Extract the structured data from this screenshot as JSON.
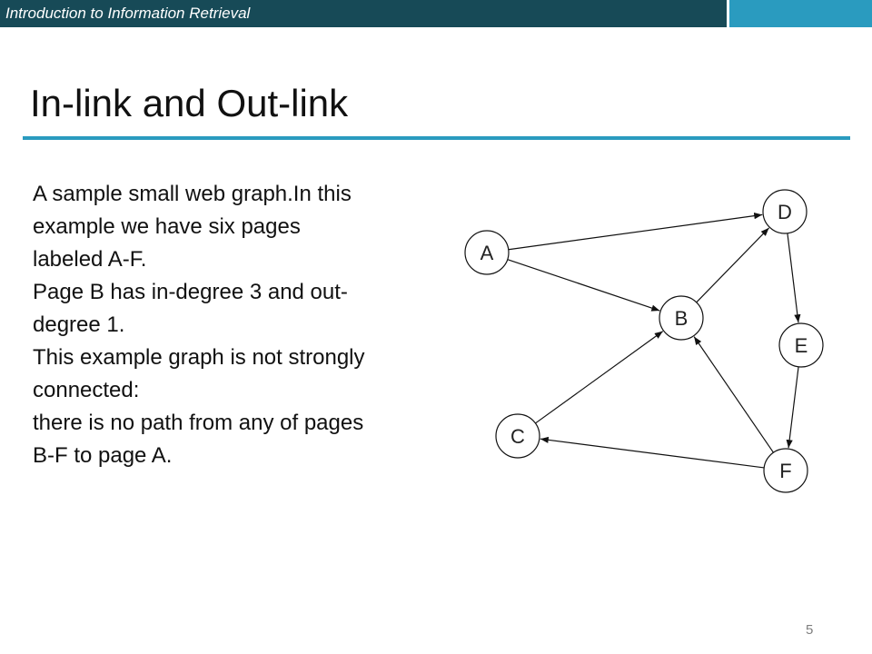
{
  "header": {
    "course_title": "Introduction to Information Retrieval"
  },
  "slide": {
    "title": "In-link and Out-link",
    "paragraphs": [
      "A sample small web graph.In this",
      "example we have six pages",
      "labeled A-F.",
      "Page B has in-degree 3 and out-",
      "degree 1.",
      "This example graph is not strongly",
      "connected:",
      "there is no path from any of pages",
      "B-F to page A."
    ],
    "page_number": "5"
  },
  "graph": {
    "nodes": [
      "A",
      "B",
      "C",
      "D",
      "E",
      "F"
    ],
    "edges": [
      [
        "A",
        "D"
      ],
      [
        "A",
        "B"
      ],
      [
        "B",
        "D"
      ],
      [
        "D",
        "E"
      ],
      [
        "E",
        "F"
      ],
      [
        "F",
        "B"
      ],
      [
        "F",
        "C"
      ],
      [
        "C",
        "B"
      ]
    ]
  },
  "colors": {
    "header_dark": "#174a57",
    "accent": "#2a9bbf"
  }
}
